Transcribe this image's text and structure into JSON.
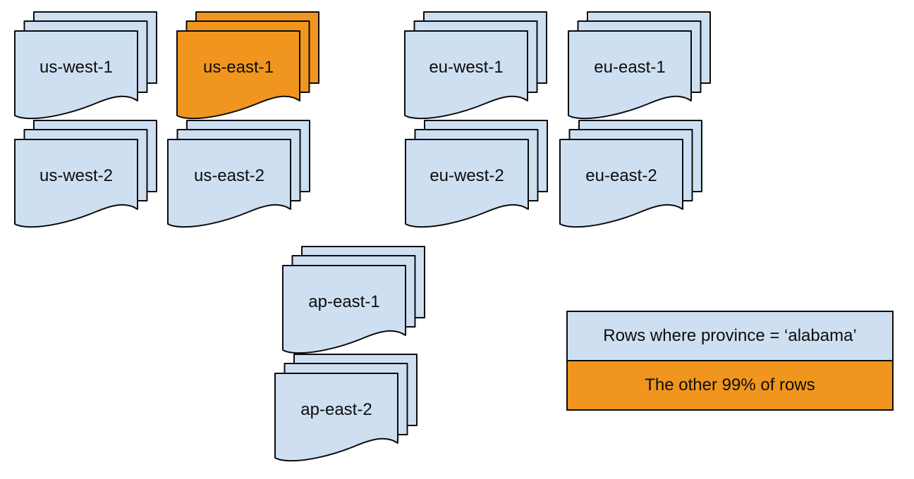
{
  "colors": {
    "page_blue": "#cedff2",
    "highlight_orange": "#f0961e",
    "stroke": "#0b0b0b",
    "background": "#ffffff"
  },
  "stacks": [
    {
      "label": "us-west-1",
      "highlighted": false
    },
    {
      "label": "us-east-1",
      "highlighted": true
    },
    {
      "label": "eu-west-1",
      "highlighted": false
    },
    {
      "label": "eu-east-1",
      "highlighted": false
    },
    {
      "label": "us-west-2",
      "highlighted": false
    },
    {
      "label": "us-east-2",
      "highlighted": false
    },
    {
      "label": "eu-west-2",
      "highlighted": false
    },
    {
      "label": "eu-east-2",
      "highlighted": false
    },
    {
      "label": "ap-east-1",
      "highlighted": false
    },
    {
      "label": "ap-east-2",
      "highlighted": false
    }
  ],
  "legend": {
    "items": [
      {
        "label": "Rows where province = ‘alabama’",
        "swatch": "#cedff2"
      },
      {
        "label": "The other 99% of rows",
        "swatch": "#f0961e"
      }
    ]
  }
}
